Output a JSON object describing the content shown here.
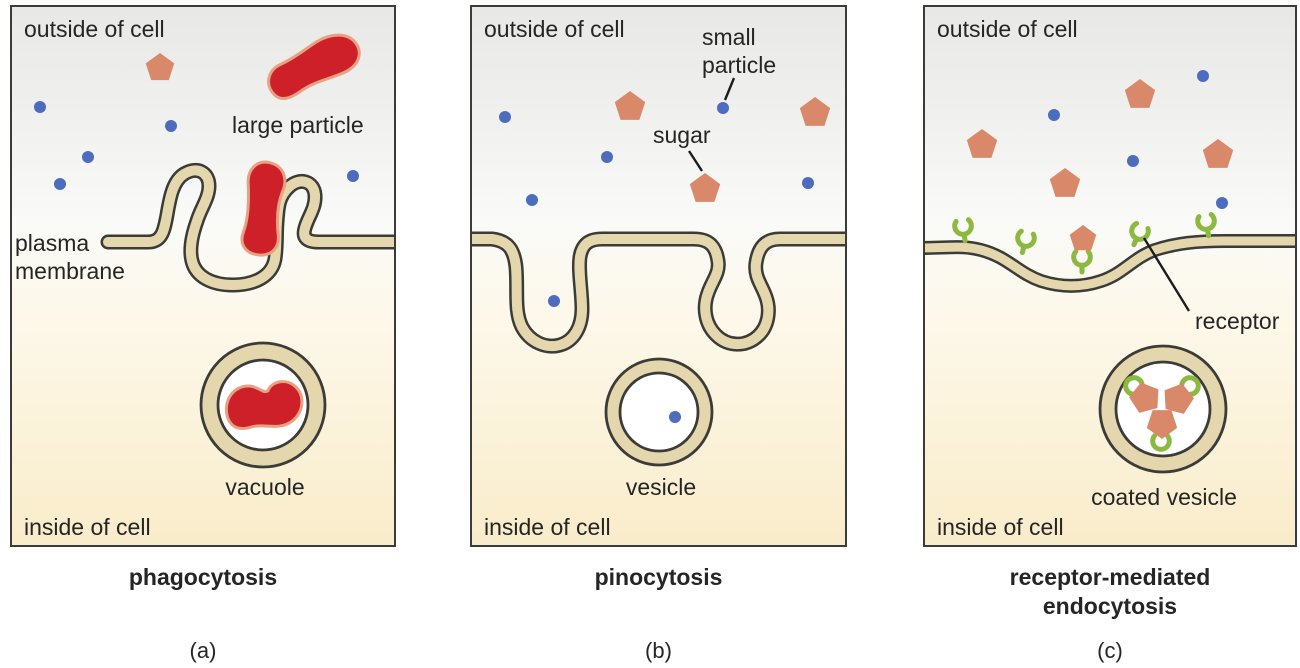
{
  "colors": {
    "membrane": "#e4d7ad",
    "outline": "#3b3b38",
    "particle-red": "#ce2029",
    "particle-red-edge": "#e8a183",
    "sugar-orange": "#d9896a",
    "dot-blue": "#4e6cbe",
    "receptor-green": "#8cb93f",
    "text": "#252525",
    "bg-top": "#e8e8e6",
    "bg-bottom": "#f9ecca"
  },
  "panels": [
    {
      "caption": "phagocytosis",
      "index_label": "(a)",
      "labels": {
        "outside": "outside of cell",
        "inside": "inside of cell",
        "plasma_membrane": "plasma membrane",
        "large_particle": "large particle",
        "vacuole": "vacuole"
      }
    },
    {
      "caption": "pinocytosis",
      "index_label": "(b)",
      "labels": {
        "outside": "outside of cell",
        "inside": "inside of cell",
        "small_particle": "small particle",
        "sugar": "sugar",
        "vesicle": "vesicle"
      }
    },
    {
      "caption": "receptor-mediated endocytosis",
      "index_label": "(c)",
      "labels": {
        "outside": "outside of cell",
        "inside": "inside of cell",
        "receptor": "receptor",
        "coated_vesicle": "coated vesicle"
      }
    }
  ]
}
